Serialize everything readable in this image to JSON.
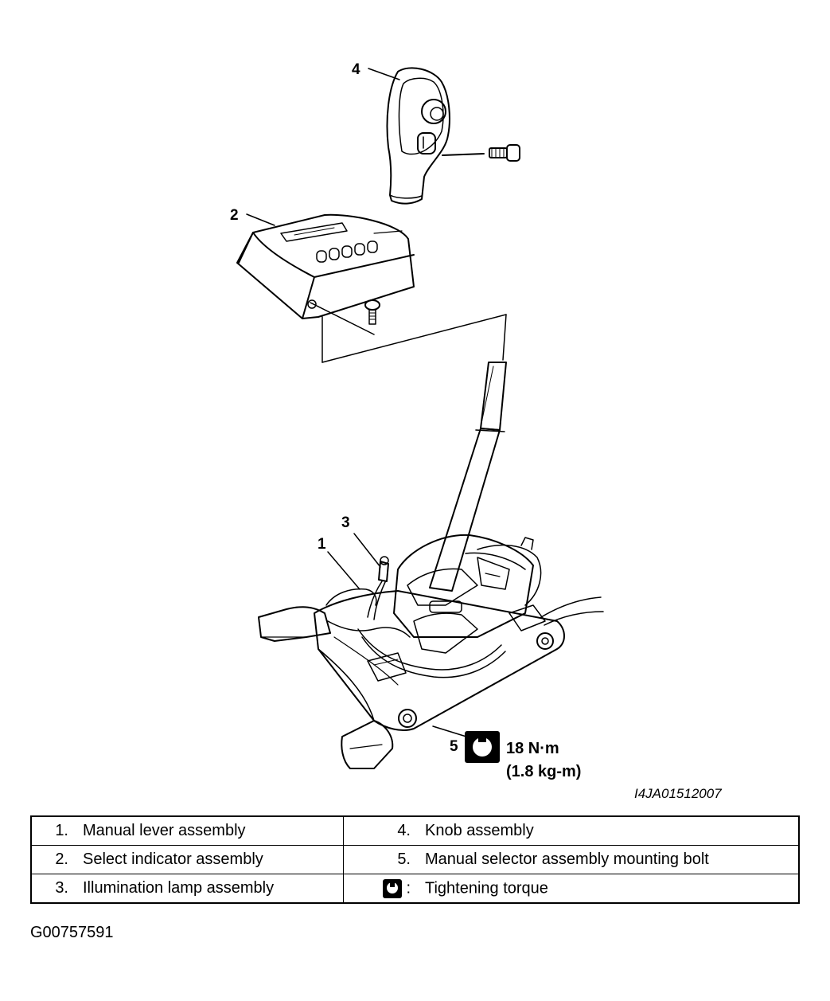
{
  "callouts": {
    "c1": "1",
    "c2": "2",
    "c3": "3",
    "c4": "4",
    "c5": "5"
  },
  "torque_spec": {
    "value_nm": "18 N·m",
    "value_kgm": "(1.8 kg-m)"
  },
  "figure_code": "I4JA01512007",
  "legend": {
    "rows": [
      {
        "left_num": "1.",
        "left_text": "Manual lever assembly",
        "right_num": "4.",
        "right_text": "Knob assembly"
      },
      {
        "left_num": "2.",
        "left_text": "Select indicator assembly",
        "right_num": "5.",
        "right_text": "Manual selector assembly mounting bolt"
      },
      {
        "left_num": "3.",
        "left_text": "Illumination lamp assembly",
        "right_num": ":",
        "right_text": "Tightening torque"
      }
    ]
  },
  "document_id": "G00757591",
  "icons": {
    "torque": "torque-wrench-icon"
  }
}
